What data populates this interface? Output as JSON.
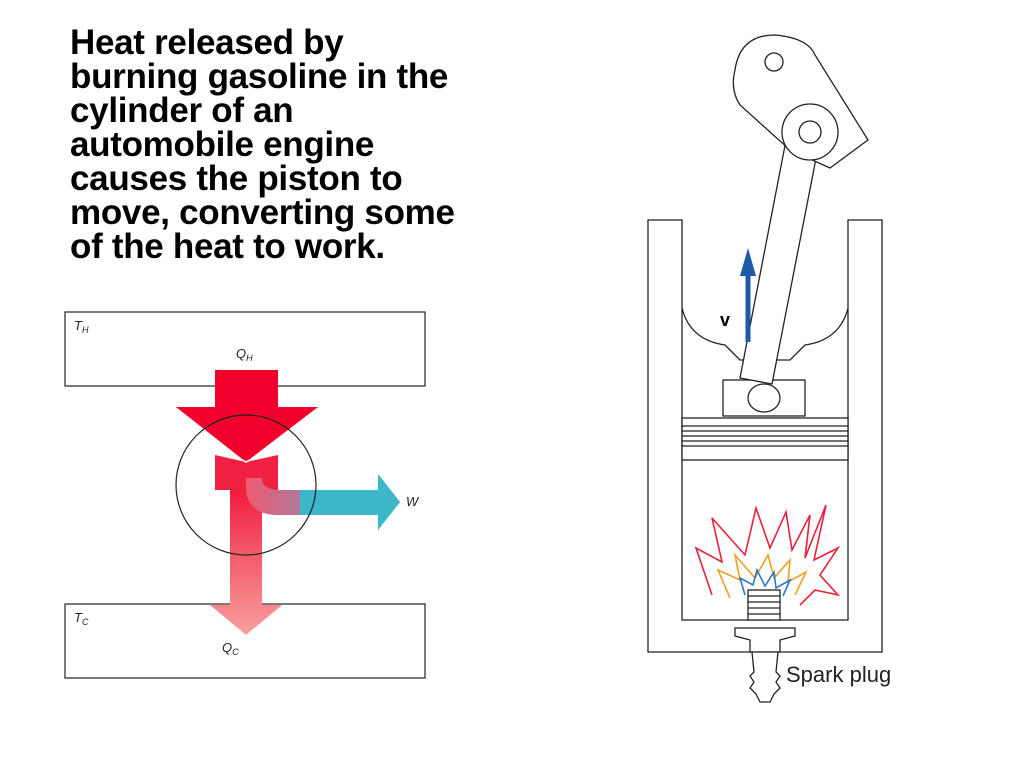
{
  "caption": {
    "lines": [
      "Heat released by",
      "burning gasoline in the",
      "cylinder of an",
      "automobile engine",
      "causes the piston to",
      "move, converting some",
      "of the heat to work."
    ]
  },
  "heat_engine": {
    "hot_reservoir": {
      "symbol": "T",
      "subscript": "H"
    },
    "cold_reservoir": {
      "symbol": "T",
      "subscript": "C"
    },
    "heat_in": {
      "symbol": "Q",
      "subscript": "H"
    },
    "heat_out": {
      "symbol": "Q",
      "subscript": "C"
    },
    "work": {
      "symbol": "W"
    }
  },
  "engine": {
    "velocity_label": "v",
    "spark_plug_label": "Spark plug"
  },
  "colors": {
    "heat_in": "#f0002a",
    "heat_out": "#f7a0a0",
    "work": "#3cb6c8",
    "velocity_arrow": "#1f5aa6",
    "flame_outer": "#e8203c",
    "flame_middle": "#f0a020",
    "flame_inner": "#2e78c8"
  }
}
